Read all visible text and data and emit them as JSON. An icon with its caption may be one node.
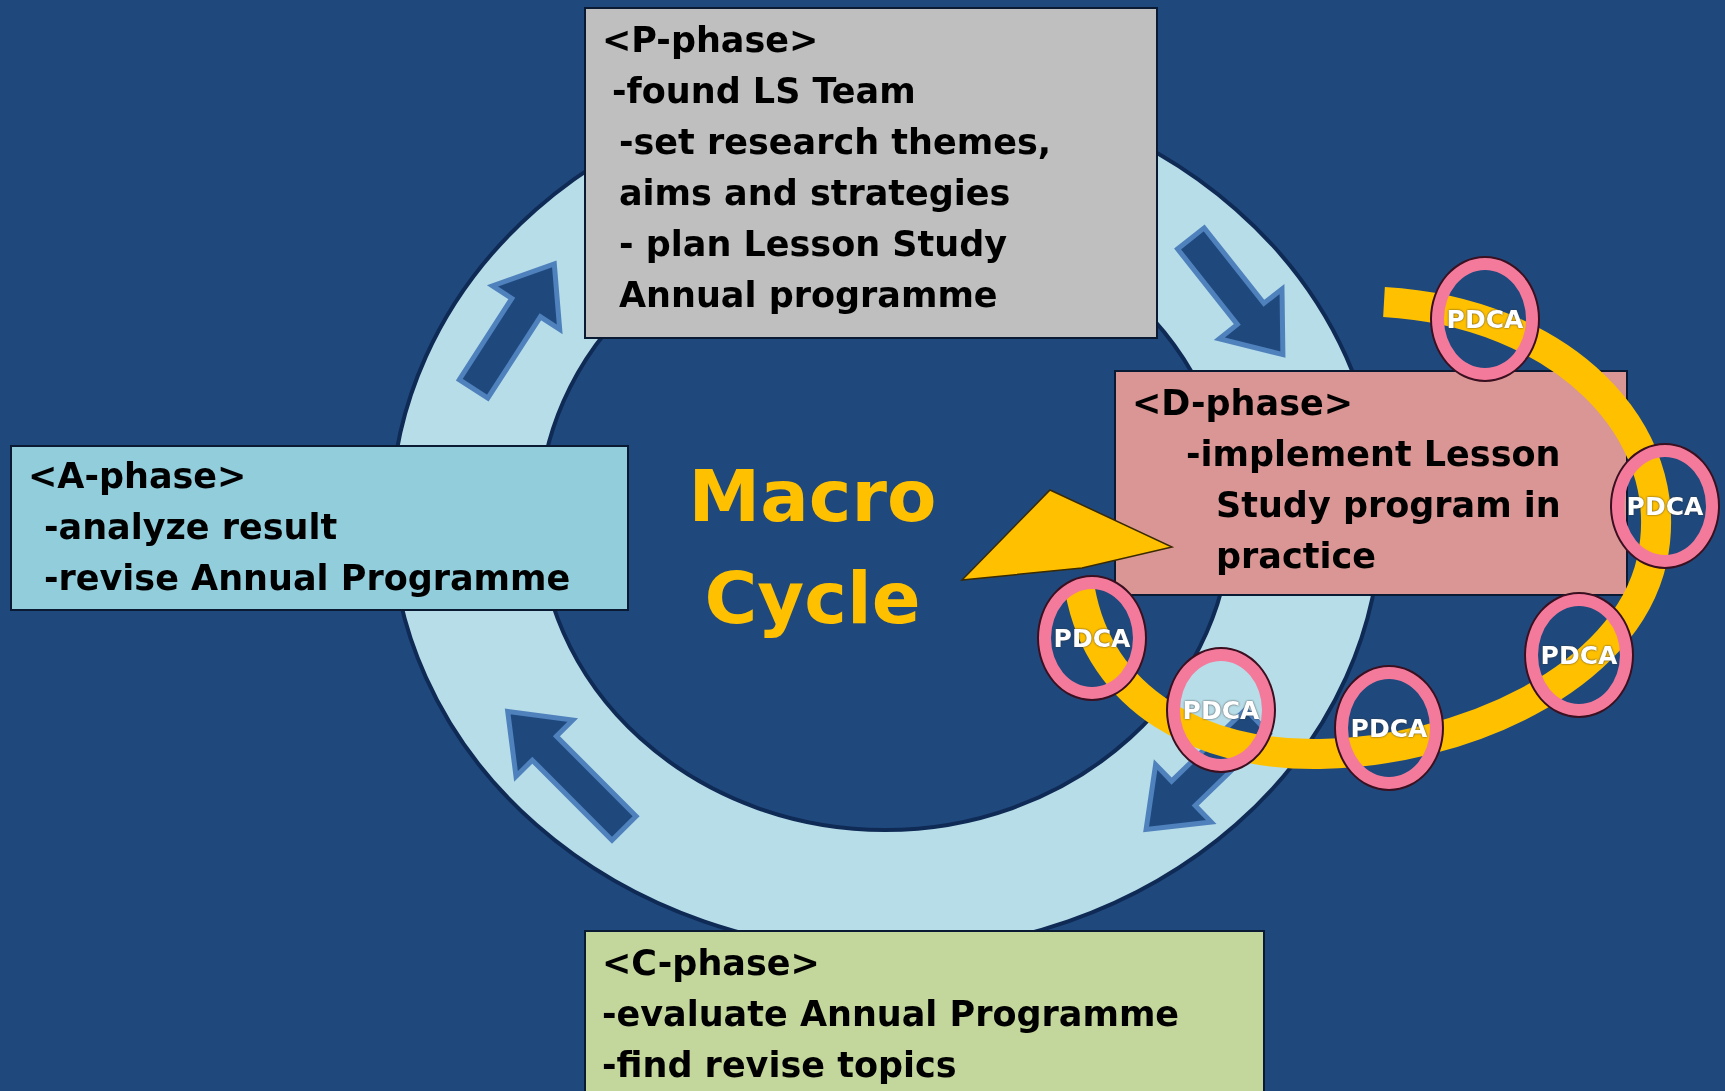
{
  "diagram": {
    "nodes": [
      {
        "text": [
          "<P-phase>",
          "-found LS Team",
          "-set research themes, aims and strategies",
          "- plan Lesson Study Annual programme"
        ]
      },
      {
        "text": [
          "<D-phase>",
          "-implement Lesson Study program in practice"
        ]
      },
      {
        "text": [
          "<A-phase>",
          "-analyze result",
          "-revise Annual Programme"
        ]
      },
      {
        "text": [
          "<C-phase>",
          "-evaluate Annual Programme",
          "-find revise topics"
        ]
      },
      {
        "text": [
          "PDCA"
        ]
      },
      {
        "text": [
          "PDCA"
        ]
      },
      {
        "text": [
          "PDCA"
        ]
      },
      {
        "text": [
          "PDCA"
        ]
      },
      {
        "text": [
          "PDCA"
        ]
      },
      {
        "text": [
          "PDCA"
        ]
      }
    ],
    "edges": [
      {
        "from": 0,
        "to": 1,
        "arrow": "to"
      },
      {
        "from": 1,
        "to": 3,
        "arrow": "to"
      },
      {
        "from": 3,
        "to": 2,
        "arrow": "to"
      },
      {
        "from": 2,
        "to": 0,
        "arrow": "to"
      }
    ],
    "labels": [
      "Macro Cycle"
    ]
  }
}
